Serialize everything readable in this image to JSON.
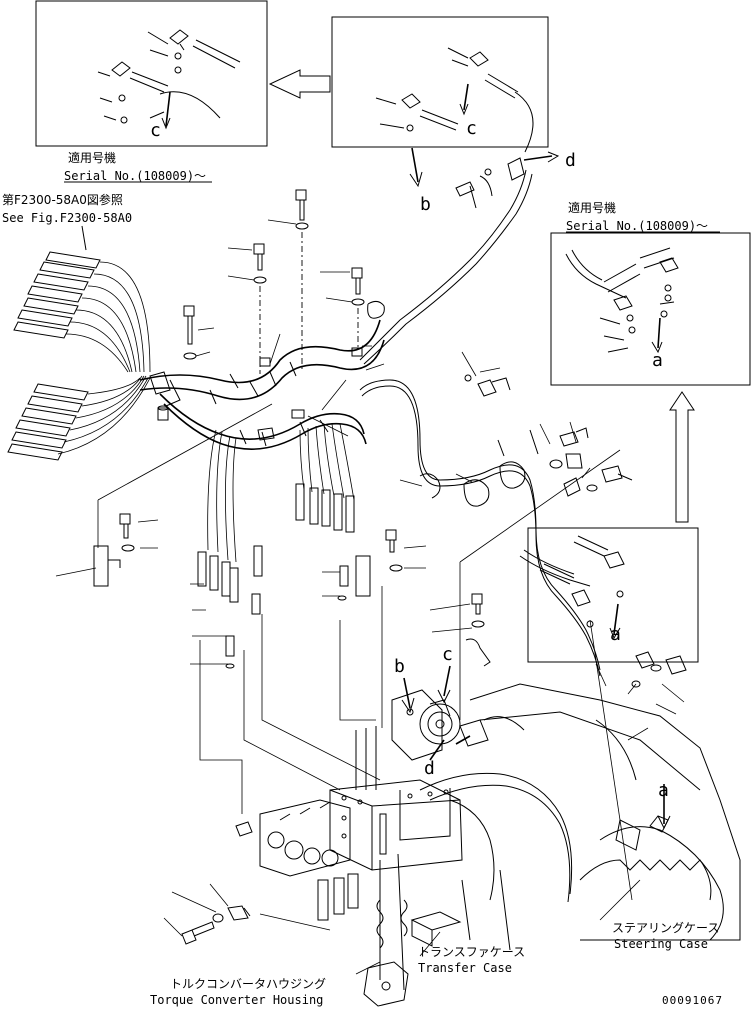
{
  "labels": {
    "c": "c",
    "d": "d",
    "b": "b",
    "a": "a"
  },
  "notes": {
    "applicable_jp": "適用号機",
    "serial": "Serial No.(108009)～",
    "see_fig_jp": "第F2300-58A0図参照",
    "see_fig_en": "See Fig.F2300-58A0"
  },
  "parts": {
    "steering_case_jp": "ステアリングケース",
    "steering_case_en": "Steering Case",
    "transfer_case_jp": "トランスファケース",
    "transfer_case_en": "Transfer Case",
    "torque_converter_jp": "トルクコンバータハウジング",
    "torque_converter_en": "Torque Converter Housing"
  },
  "drawing_number": "00091067"
}
